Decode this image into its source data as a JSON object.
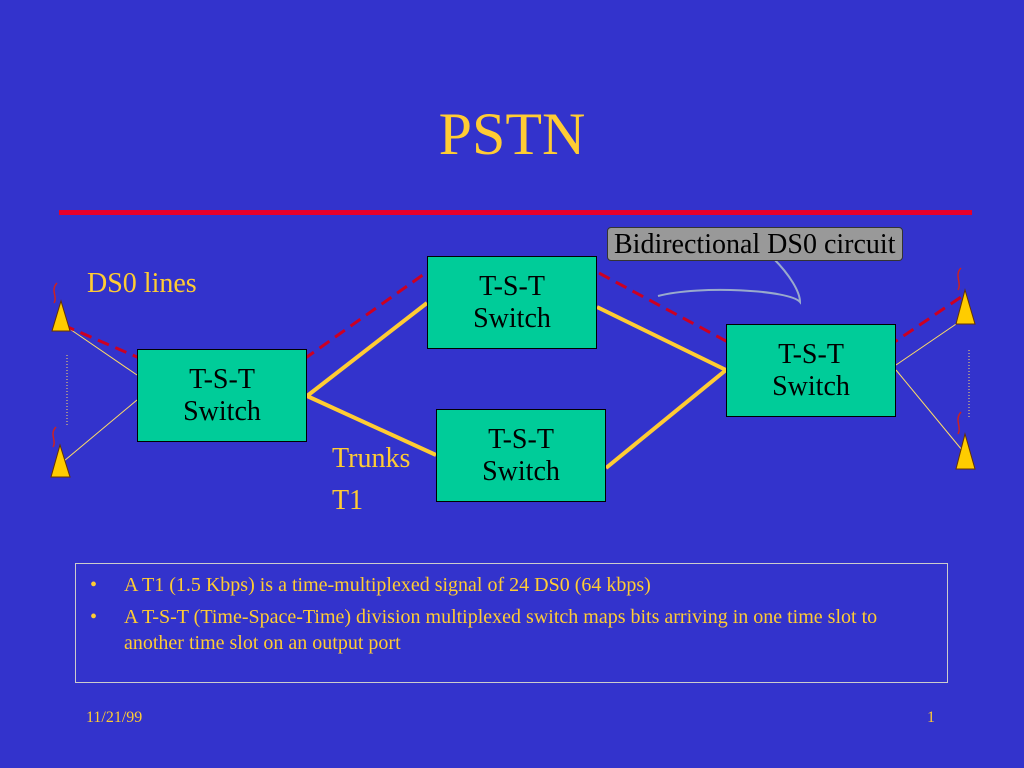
{
  "slide": {
    "title": "PSTN",
    "date": "11/21/99",
    "page_number": "1"
  },
  "diagram": {
    "switches": [
      {
        "id": "left",
        "line1": "T-S-T",
        "line2": "Switch"
      },
      {
        "id": "top",
        "line1": "T-S-T",
        "line2": "Switch"
      },
      {
        "id": "bottom",
        "line1": "T-S-T",
        "line2": "Switch"
      },
      {
        "id": "right",
        "line1": "T-S-T",
        "line2": "Switch"
      }
    ],
    "ds0_label": "DS0 lines",
    "trunks_label": "Trunks",
    "t1_label": "T1",
    "callout": "Bidirectional DS0 circuit"
  },
  "bullets": [
    "A T1 (1.5 Kbps) is a time-multiplexed signal of 24 DS0 (64 kbps)",
    "A T-S-T (Time-Space-Time) division multiplexed switch maps bits arriving in one time slot to another time slot on an output port"
  ],
  "colors": {
    "background": "#3333cc",
    "accent_text": "#ffcc33",
    "rule": "#e8002a",
    "switch_fill": "#00cc99",
    "trunk_line": "#ffcc33",
    "circuit_dash": "#cc0022"
  },
  "icons": {
    "bullet": "•",
    "phone": "phone-icon"
  }
}
